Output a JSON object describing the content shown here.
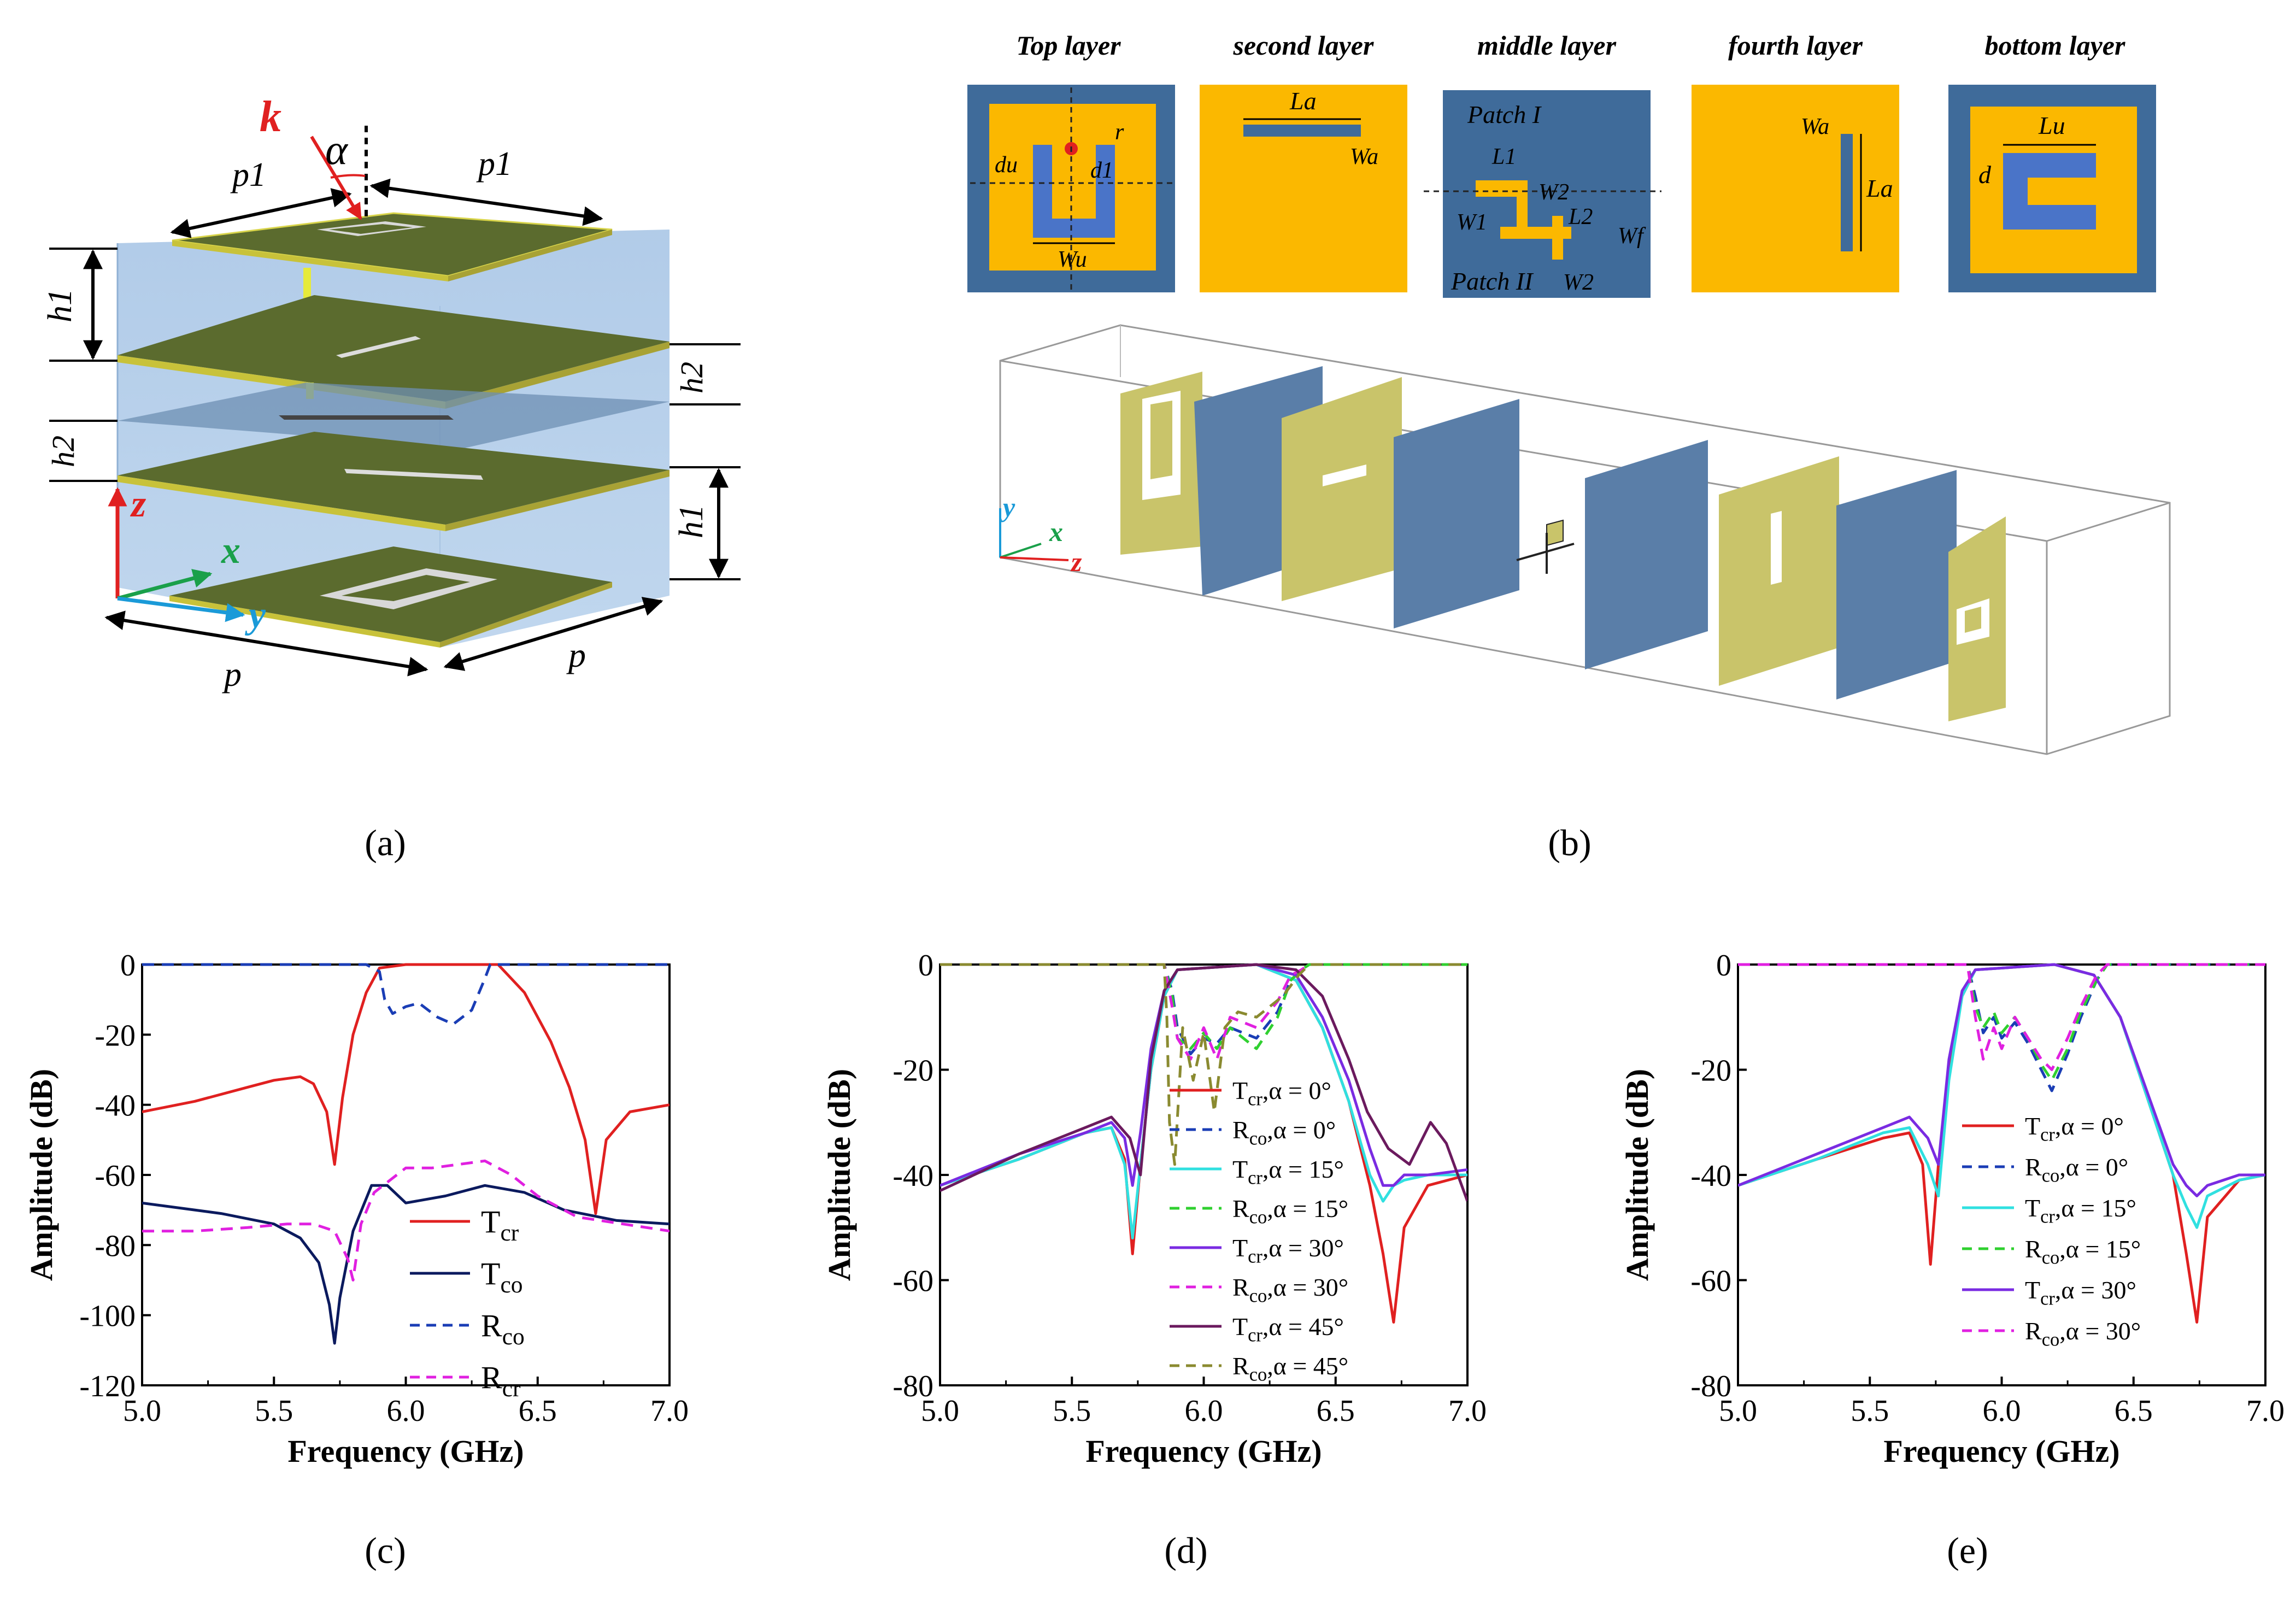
{
  "captions": {
    "a": "(a)",
    "b": "(b)",
    "c": "(c)",
    "d": "(d)",
    "e": "(e)"
  },
  "panel_a": {
    "labels": {
      "k": "k",
      "alpha": "α",
      "p1_left": "p1",
      "p1_right": "p1",
      "h1_left": "h1",
      "h2_left": "h2",
      "h2_right": "h2",
      "h1_right": "h1",
      "z": "z",
      "x": "x",
      "y": "y",
      "p_left": "p",
      "p_right": "p"
    },
    "colors": {
      "substrate": "#a9c6e6",
      "metal": "#5b6b2e",
      "metal_light": "#7d8d3c",
      "k_arrow": "#e02020"
    }
  },
  "panel_b": {
    "layer_titles": [
      "Top layer",
      "second layer",
      "middle layer",
      "fourth layer",
      "bottom layer"
    ],
    "dims": {
      "top": [
        "r",
        "du",
        "d1",
        "Wu"
      ],
      "second": [
        "La",
        "Wa"
      ],
      "middle": [
        "Patch I",
        "L1",
        "W2",
        "W1",
        "L2",
        "Wf",
        "Patch II",
        "W2"
      ],
      "fourth": [
        "Wa",
        "La"
      ],
      "bottom": [
        "Lu",
        "d"
      ]
    },
    "axes": {
      "y": "y",
      "x": "x",
      "z": "z"
    },
    "colors": {
      "blue": "#3f6b9a",
      "gold": "#fbb800",
      "plate_olive": "#c9c46a",
      "plate_blue": "#5a7ea8"
    }
  },
  "chart_data": [
    {
      "panel": "c",
      "type": "line",
      "xlabel": "Frequency (GHz)",
      "ylabel": "Amplitude (dB)",
      "xlim": [
        5.0,
        7.0
      ],
      "ylim": [
        -120,
        0
      ],
      "xticks": [
        "5.0",
        "5.5",
        "6.0",
        "6.5",
        "7.0"
      ],
      "yticks": [
        "0",
        "-20",
        "-40",
        "-60",
        "-80",
        "-100",
        "-120"
      ],
      "legend": "bottom-right",
      "series": [
        {
          "name": "Tcr",
          "color": "#e02020",
          "dash": false,
          "x": [
            5.0,
            5.2,
            5.4,
            5.5,
            5.6,
            5.65,
            5.7,
            5.73,
            5.76,
            5.8,
            5.85,
            5.9,
            6.0,
            6.2,
            6.35,
            6.45,
            6.55,
            6.62,
            6.68,
            6.72,
            6.76,
            6.85,
            7.0
          ],
          "y": [
            -42,
            -39,
            -35,
            -33,
            -32,
            -34,
            -42,
            -57,
            -38,
            -20,
            -8,
            -1,
            0,
            0,
            0,
            -8,
            -22,
            -35,
            -50,
            -71,
            -50,
            -42,
            -40
          ]
        },
        {
          "name": "Tco",
          "color": "#0b1a5e",
          "dash": false,
          "x": [
            5.0,
            5.3,
            5.5,
            5.6,
            5.67,
            5.71,
            5.73,
            5.75,
            5.8,
            5.87,
            5.93,
            6.0,
            6.15,
            6.3,
            6.45,
            6.6,
            6.8,
            7.0
          ],
          "y": [
            -68,
            -71,
            -74,
            -78,
            -85,
            -97,
            -108,
            -95,
            -76,
            -63,
            -63,
            -68,
            -66,
            -63,
            -65,
            -70,
            -73,
            -74
          ]
        },
        {
          "name": "Rco",
          "color": "#1a3db5",
          "dash": true,
          "x": [
            5.0,
            5.85,
            5.9,
            5.92,
            5.95,
            6.0,
            6.05,
            6.12,
            6.18,
            6.25,
            6.3,
            6.32,
            6.4,
            7.0
          ],
          "y": [
            0,
            0,
            -2,
            -10,
            -14,
            -12,
            -11,
            -15,
            -17,
            -13,
            -4,
            0,
            0,
            0
          ]
        },
        {
          "name": "Rcr",
          "color": "#e020e0",
          "dash": true,
          "x": [
            5.0,
            5.2,
            5.4,
            5.55,
            5.65,
            5.73,
            5.78,
            5.8,
            5.83,
            5.88,
            6.0,
            6.1,
            6.3,
            6.4,
            6.5,
            6.65,
            7.0
          ],
          "y": [
            -76,
            -76,
            -75,
            -74,
            -74,
            -76,
            -84,
            -90,
            -74,
            -65,
            -58,
            -58,
            -56,
            -60,
            -66,
            -72,
            -76
          ]
        }
      ]
    },
    {
      "panel": "d",
      "type": "line",
      "xlabel": "Frequency (GHz)",
      "ylabel": "Amplitude (dB)",
      "xlim": [
        5.0,
        7.0
      ],
      "ylim": [
        -80,
        0
      ],
      "xticks": [
        "5.0",
        "5.5",
        "6.0",
        "6.5",
        "7.0"
      ],
      "yticks": [
        "0",
        "-20",
        "-40",
        "-60",
        "-80"
      ],
      "legend": "center",
      "series": [
        {
          "name": "Tcr,α = 0°",
          "color": "#e02020",
          "dash": false,
          "x": [
            5.0,
            5.3,
            5.55,
            5.65,
            5.7,
            5.73,
            5.76,
            5.8,
            5.85,
            5.9,
            6.2,
            6.35,
            6.45,
            6.55,
            6.63,
            6.68,
            6.72,
            6.76,
            6.85,
            7.0
          ],
          "y": [
            -42,
            -37,
            -32,
            -31,
            -37,
            -55,
            -38,
            -20,
            -6,
            -1,
            0,
            -3,
            -12,
            -26,
            -42,
            -55,
            -68,
            -50,
            -42,
            -40
          ]
        },
        {
          "name": "Rco,α = 0°",
          "color": "#1a3db5",
          "dash": true,
          "x": [
            5.0,
            5.85,
            5.88,
            5.9,
            5.95,
            6.0,
            6.05,
            6.1,
            6.2,
            6.28,
            6.33,
            6.37,
            6.4,
            7.0
          ],
          "y": [
            0,
            0,
            -5,
            -12,
            -17,
            -14,
            -15,
            -12,
            -14,
            -9,
            -3,
            -1,
            0,
            0
          ]
        },
        {
          "name": "Tcr,α = 15°",
          "color": "#30e0e0",
          "dash": false,
          "x": [
            5.0,
            5.3,
            5.55,
            5.65,
            5.7,
            5.73,
            5.76,
            5.8,
            5.85,
            5.9,
            6.2,
            6.35,
            6.45,
            6.55,
            6.63,
            6.68,
            6.72,
            6.76,
            6.85,
            7.0
          ],
          "y": [
            -42,
            -37,
            -32,
            -31,
            -38,
            -52,
            -38,
            -20,
            -6,
            -1,
            0,
            -3,
            -12,
            -26,
            -40,
            -45,
            -42,
            -41,
            -40,
            -40
          ]
        },
        {
          "name": "Rco,α = 15°",
          "color": "#30d030",
          "dash": true,
          "x": [
            5.0,
            5.85,
            5.88,
            5.9,
            5.95,
            6.0,
            6.05,
            6.1,
            6.2,
            6.28,
            6.33,
            6.37,
            6.4,
            7.0
          ],
          "y": [
            0,
            0,
            -6,
            -14,
            -16,
            -13,
            -16,
            -12,
            -16,
            -10,
            -3,
            -1,
            0,
            0
          ]
        },
        {
          "name": "Tcr,α = 30°",
          "color": "#7a2be2",
          "dash": false,
          "x": [
            5.0,
            5.3,
            5.55,
            5.65,
            5.7,
            5.73,
            5.76,
            5.8,
            5.85,
            5.9,
            6.2,
            6.35,
            6.45,
            6.55,
            6.63,
            6.68,
            6.72,
            6.76,
            6.85,
            7.0
          ],
          "y": [
            -42,
            -36,
            -32,
            -30,
            -33,
            -42,
            -32,
            -16,
            -5,
            -1,
            0,
            -2,
            -10,
            -22,
            -35,
            -42,
            -42,
            -40,
            -40,
            -39
          ]
        },
        {
          "name": "Rco,α = 30°",
          "color": "#e020e0",
          "dash": true,
          "x": [
            5.0,
            5.85,
            5.88,
            5.9,
            5.95,
            6.0,
            6.05,
            6.1,
            6.2,
            6.28,
            6.33,
            6.37,
            6.4,
            7.0
          ],
          "y": [
            0,
            0,
            -8,
            -14,
            -18,
            -12,
            -18,
            -10,
            -12,
            -7,
            -2,
            -1,
            0,
            0
          ]
        },
        {
          "name": "Tcr,α = 45°",
          "color": "#6b1a5e",
          "dash": false,
          "x": [
            5.0,
            5.3,
            5.55,
            5.65,
            5.72,
            5.76,
            5.8,
            5.85,
            5.9,
            6.2,
            6.35,
            6.45,
            6.55,
            6.62,
            6.7,
            6.78,
            6.86,
            6.92,
            7.0
          ],
          "y": [
            -43,
            -36,
            -31,
            -29,
            -33,
            -40,
            -18,
            -5,
            -1,
            0,
            -1,
            -6,
            -18,
            -28,
            -35,
            -38,
            -30,
            -34,
            -45
          ]
        },
        {
          "name": "Rco,α = 45°",
          "color": "#8a8a30",
          "dash": true,
          "x": [
            5.0,
            5.85,
            5.86,
            5.87,
            5.89,
            5.92,
            5.96,
            6.0,
            6.04,
            6.08,
            6.13,
            6.2,
            6.3,
            6.36,
            6.4,
            7.0
          ],
          "y": [
            0,
            0,
            -10,
            -30,
            -38,
            -12,
            -22,
            -13,
            -28,
            -12,
            -9,
            -10,
            -6,
            -2,
            0,
            0
          ]
        }
      ]
    },
    {
      "panel": "e",
      "type": "line",
      "xlabel": "Frequency (GHz)",
      "ylabel": "Amplitude (dB)",
      "xlim": [
        5.0,
        7.0
      ],
      "ylim": [
        -80,
        0
      ],
      "xticks": [
        "5.0",
        "5.5",
        "6.0",
        "6.5",
        "7.0"
      ],
      "yticks": [
        "0",
        "-20",
        "-40",
        "-60",
        "-80"
      ],
      "legend": "center",
      "series": [
        {
          "name": "Tcr,α = 0°",
          "color": "#e02020",
          "dash": false,
          "x": [
            5.0,
            5.3,
            5.55,
            5.65,
            5.7,
            5.73,
            5.76,
            5.8,
            5.85,
            5.9,
            6.2,
            6.35,
            6.45,
            6.55,
            6.65,
            6.7,
            6.74,
            6.78,
            6.9,
            7.0
          ],
          "y": [
            -42,
            -37,
            -33,
            -32,
            -38,
            -57,
            -38,
            -20,
            -6,
            -1,
            0,
            -2,
            -10,
            -25,
            -40,
            -55,
            -68,
            -48,
            -41,
            -40
          ]
        },
        {
          "name": "Rco,α = 0°",
          "color": "#1a3db5",
          "dash": true,
          "x": [
            5.0,
            5.87,
            5.9,
            5.93,
            5.97,
            6.0,
            6.05,
            6.1,
            6.15,
            6.19,
            6.25,
            6.3,
            6.36,
            6.4,
            7.0
          ],
          "y": [
            0,
            0,
            -6,
            -13,
            -10,
            -14,
            -11,
            -15,
            -20,
            -24,
            -17,
            -10,
            -3,
            0,
            0
          ]
        },
        {
          "name": "Tcr,α = 15°",
          "color": "#30e0e0",
          "dash": false,
          "x": [
            5.0,
            5.3,
            5.55,
            5.65,
            5.72,
            5.76,
            5.8,
            5.85,
            5.9,
            6.2,
            6.35,
            6.45,
            6.55,
            6.65,
            6.7,
            6.74,
            6.78,
            6.9,
            7.0
          ],
          "y": [
            -42,
            -37,
            -32,
            -31,
            -38,
            -44,
            -22,
            -6,
            -1,
            0,
            -2,
            -10,
            -25,
            -40,
            -46,
            -50,
            -44,
            -41,
            -40
          ]
        },
        {
          "name": "Rco,α = 15°",
          "color": "#30d030",
          "dash": true,
          "x": [
            5.0,
            5.87,
            5.9,
            5.93,
            5.97,
            6.0,
            6.05,
            6.1,
            6.15,
            6.19,
            6.25,
            6.3,
            6.36,
            6.4,
            7.0
          ],
          "y": [
            0,
            0,
            -8,
            -12,
            -9,
            -13,
            -10,
            -14,
            -19,
            -22,
            -16,
            -9,
            -3,
            0,
            0
          ]
        },
        {
          "name": "Tcr,α = 30°",
          "color": "#7a2be2",
          "dash": false,
          "x": [
            5.0,
            5.3,
            5.55,
            5.65,
            5.72,
            5.76,
            5.8,
            5.85,
            5.9,
            6.2,
            6.35,
            6.45,
            6.55,
            6.65,
            6.7,
            6.74,
            6.78,
            6.9,
            7.0
          ],
          "y": [
            -42,
            -36,
            -31,
            -29,
            -33,
            -38,
            -18,
            -5,
            -1,
            0,
            -2,
            -10,
            -24,
            -38,
            -42,
            -44,
            -42,
            -40,
            -40
          ]
        },
        {
          "name": "Rco,α = 30°",
          "color": "#e020e0",
          "dash": true,
          "x": [
            5.0,
            5.87,
            5.9,
            5.93,
            5.97,
            6.0,
            6.05,
            6.1,
            6.15,
            6.19,
            6.25,
            6.3,
            6.36,
            6.4,
            7.0
          ],
          "y": [
            0,
            0,
            -10,
            -18,
            -12,
            -16,
            -10,
            -14,
            -18,
            -20,
            -14,
            -8,
            -2,
            0,
            0
          ]
        }
      ]
    }
  ]
}
